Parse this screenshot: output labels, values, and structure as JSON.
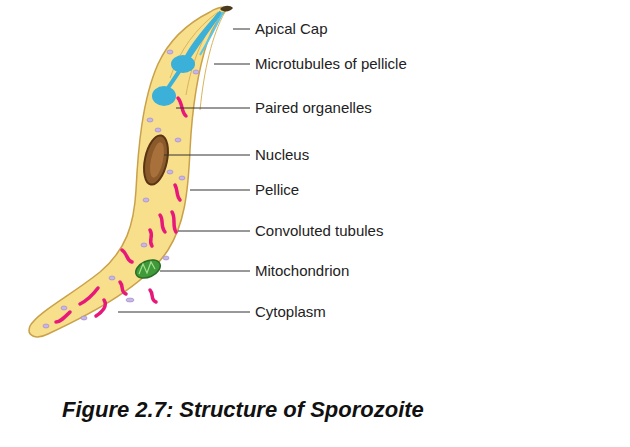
{
  "diagram": {
    "caption": "Figure 2.7: Structure of Sporozoite",
    "labels": [
      "Apical Cap",
      "Microtubules of pellicle",
      "Paired organelles",
      "Nucleus",
      "Pellice",
      "Convoluted tubules",
      "Mitochondrion",
      "Cytoplasm"
    ]
  }
}
